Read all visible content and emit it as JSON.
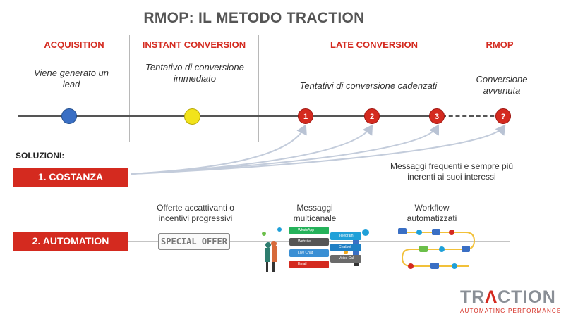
{
  "title": "RMOP: IL METODO TRACTION",
  "phases": {
    "acquisition": "ACQUISITION",
    "instant": "INSTANT CONVERSION",
    "late": "LATE CONVERSION",
    "rmop": "RMOP"
  },
  "descriptions": {
    "acquisition": "Viene generato un lead",
    "instant": "Tentativo di conversione immediato",
    "late": "Tentativi di conversione cadenzati",
    "rmop": "Conversione avvenuta"
  },
  "markers": [
    "1",
    "2",
    "3",
    "?"
  ],
  "colors": {
    "accent": "#d42a1f",
    "lead_dot": "#3a6fc4",
    "instant_dot": "#f2e31a"
  },
  "solutions_label": "SOLUZIONI:",
  "costanza": {
    "label": "1. COSTANZA",
    "note": "Messaggi frequenti e sempre più inerenti ai suoi interessi"
  },
  "automation": {
    "label": "2. AUTOMATION",
    "offers_caption": "Offerte accattivanti o incentivi progressivi",
    "offer_stamp": "SPECIAL OFFER",
    "multichannel_caption": "Messaggi multicanale",
    "workflow_caption": "Workflow automatizzati"
  },
  "chips": [
    "WhatsApp",
    "Telegram",
    "Website",
    "Chatbot",
    "Live Chat",
    "Voice Call",
    "Email"
  ],
  "logo": {
    "pre": "TR",
    "accent": "Λ",
    "post": "CTION",
    "tagline": "AUTOMATING PERFORMANCE"
  }
}
